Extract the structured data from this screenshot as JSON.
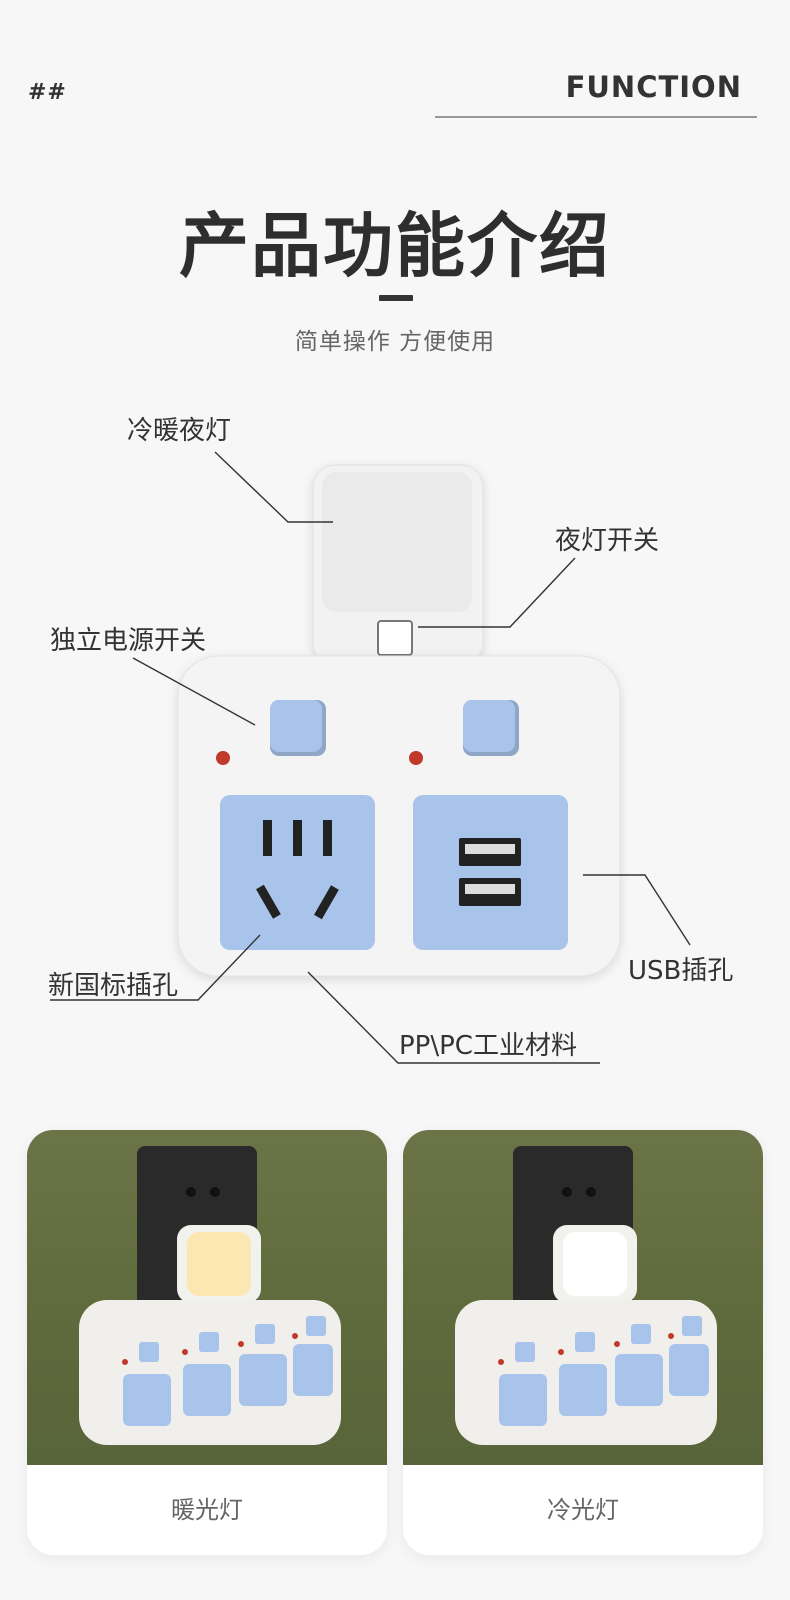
{
  "header": {
    "hash": "##",
    "function_label": "FUNCTION",
    "title": "产品功能介绍",
    "subtitle": "简单操作 方便使用"
  },
  "callouts": {
    "night_light": "冷暖夜灯",
    "night_switch": "夜灯开关",
    "independent_switch": "独立电源开关",
    "socket": "新国标插孔",
    "usb": "USB插孔",
    "material": "PP\\PC工业材料"
  },
  "cards": [
    {
      "caption": "暖光灯",
      "light_color": "#fde7b0"
    },
    {
      "caption": "冷光灯",
      "light_color": "#ffffff"
    }
  ],
  "colors": {
    "accent_blue": "#a8c4ea",
    "body_white": "#f4f4f4",
    "wall_green": "#5e6a3b",
    "indicator_red": "#c0392b"
  }
}
